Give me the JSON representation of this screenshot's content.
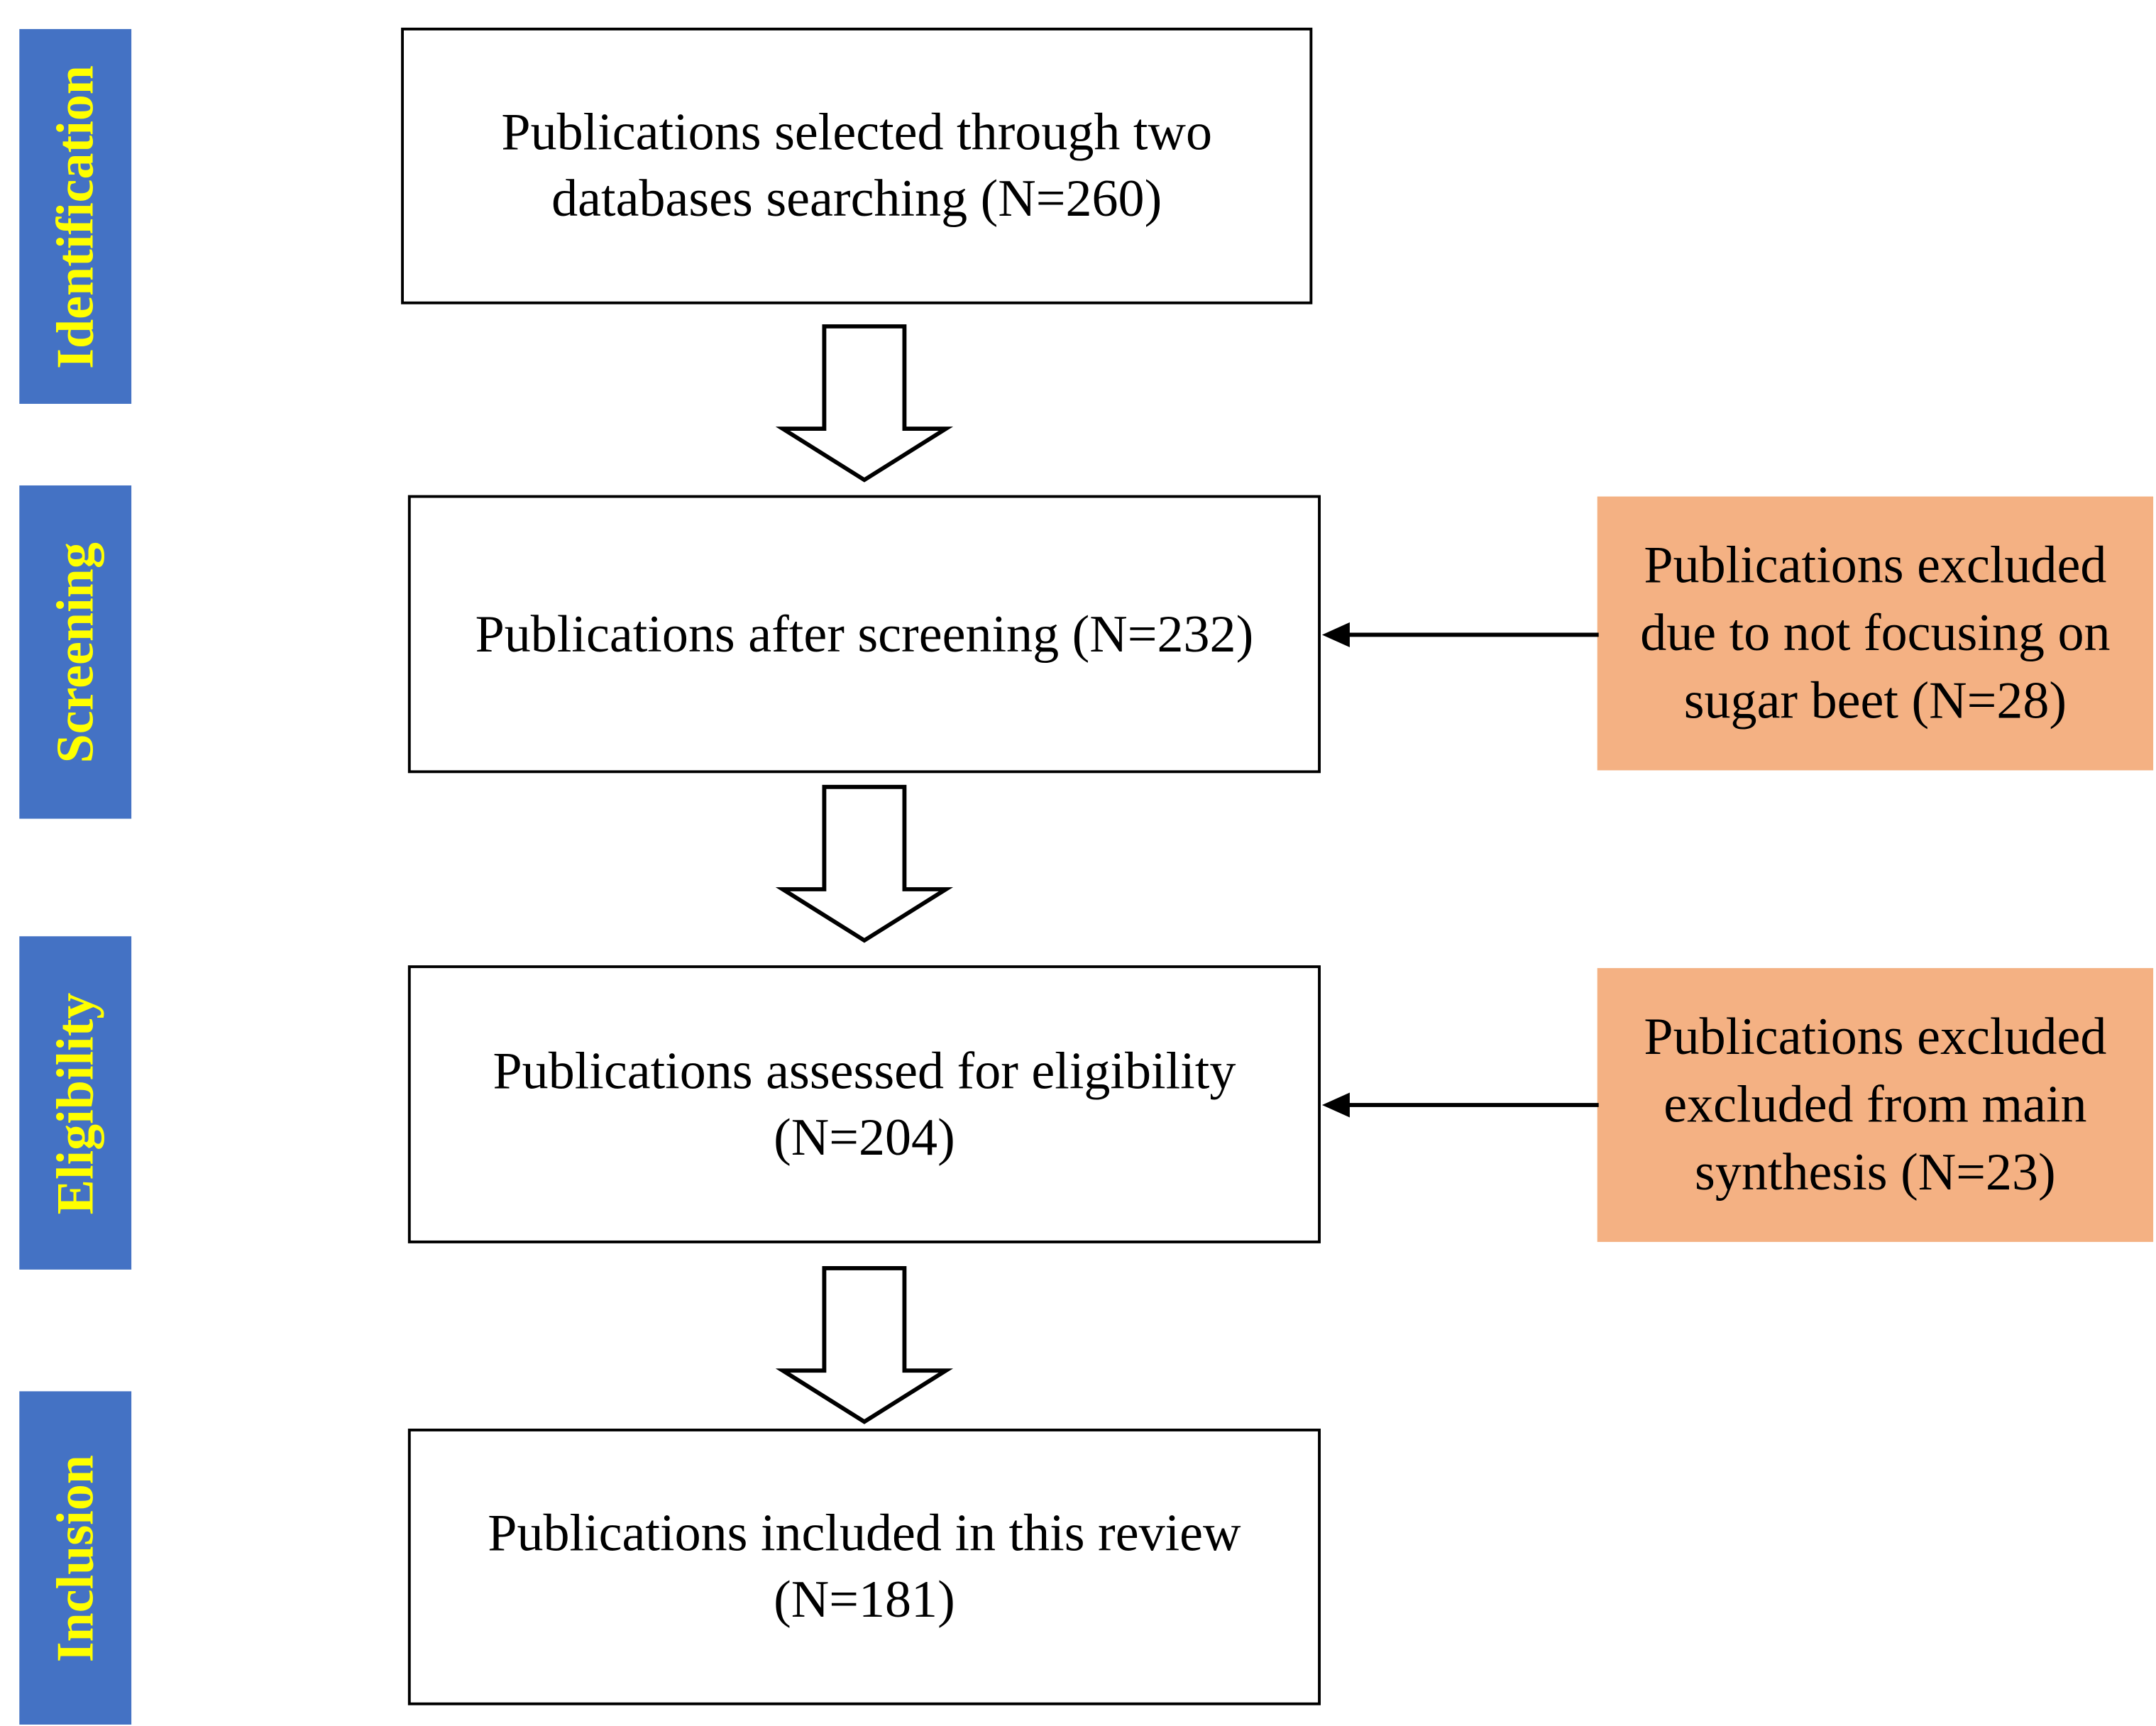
{
  "stages": [
    "Identification",
    "Screening",
    "Eligibility",
    "Inclusion"
  ],
  "main_boxes": [
    [
      "Publications selected through two",
      "databases searching (N=260)"
    ],
    [
      "Publications after screening (N=232)"
    ],
    [
      "Publications assessed for eligibility",
      "(N=204)"
    ],
    [
      "Publications included in this review",
      "(N=181)"
    ]
  ],
  "exclusion_boxes": [
    [
      "Publications excluded",
      "due to not focusing on",
      "sugar beet (N=28)"
    ],
    [
      "Publications excluded",
      "excluded from main",
      "synthesis (N=23)"
    ]
  ],
  "colors": {
    "stage_fill": "#4472C4",
    "stage_text": "#FFFF00",
    "exclusion_fill": "#F4B183",
    "stroke": "#000000"
  }
}
